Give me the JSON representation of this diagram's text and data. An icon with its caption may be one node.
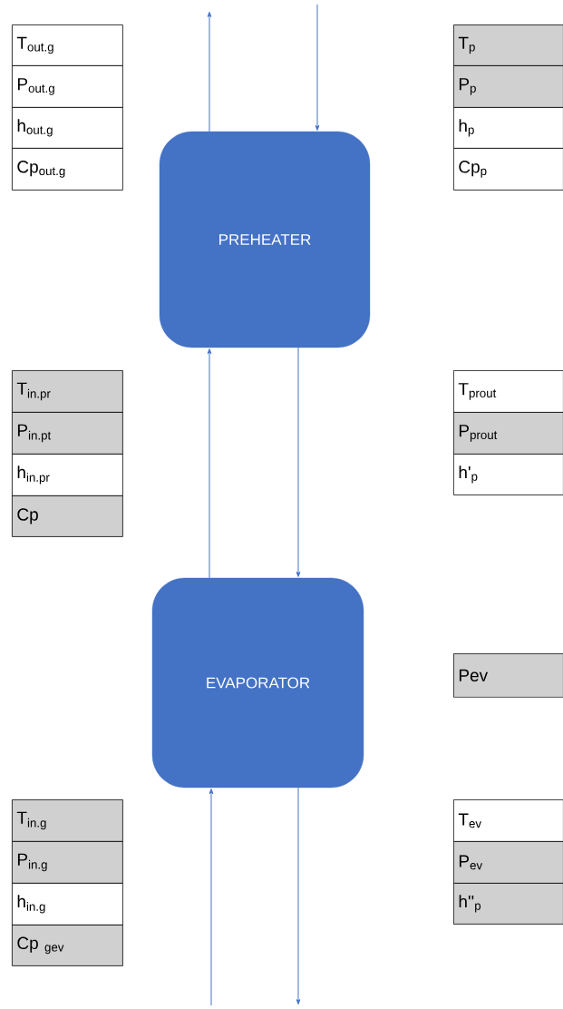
{
  "diagram": {
    "nodes": [
      {
        "text": [
          "PREHEATER"
        ]
      },
      {
        "text": [
          "EVAPORATOR"
        ]
      }
    ],
    "edges": [
      {
        "from": 0,
        "to": null,
        "arrow": "to"
      },
      {
        "from": null,
        "to": 0,
        "arrow": "to"
      },
      {
        "from": 1,
        "to": 0,
        "arrow": "to"
      },
      {
        "from": 0,
        "to": 1,
        "arrow": "to"
      },
      {
        "from": null,
        "to": 1,
        "arrow": "to"
      },
      {
        "from": 1,
        "to": null,
        "arrow": "to"
      }
    ],
    "labels": [
      "T$_{out.g}$",
      "P$_{out.g}$",
      "h$_{out.g}$",
      "Cp$_{out.g}$",
      "T$_{p}$",
      "P$_{p}$",
      "h$_{p}$",
      "Cp$_{p}$",
      "T$_{in.pr}$",
      "P$_{in.pt}$",
      "h$_{in.pr}$",
      "Cp",
      "T$_{prout}$",
      "P$_{prout}$",
      "h'$_{p}$",
      "Pev",
      "T$_{in.g}$",
      "P$_{in.g}$",
      "h$_{in.g}$",
      "Cp $_{gev}$",
      "T$_{ev}$",
      "P$_{ev}$",
      "h''$_{p}$"
    ]
  }
}
